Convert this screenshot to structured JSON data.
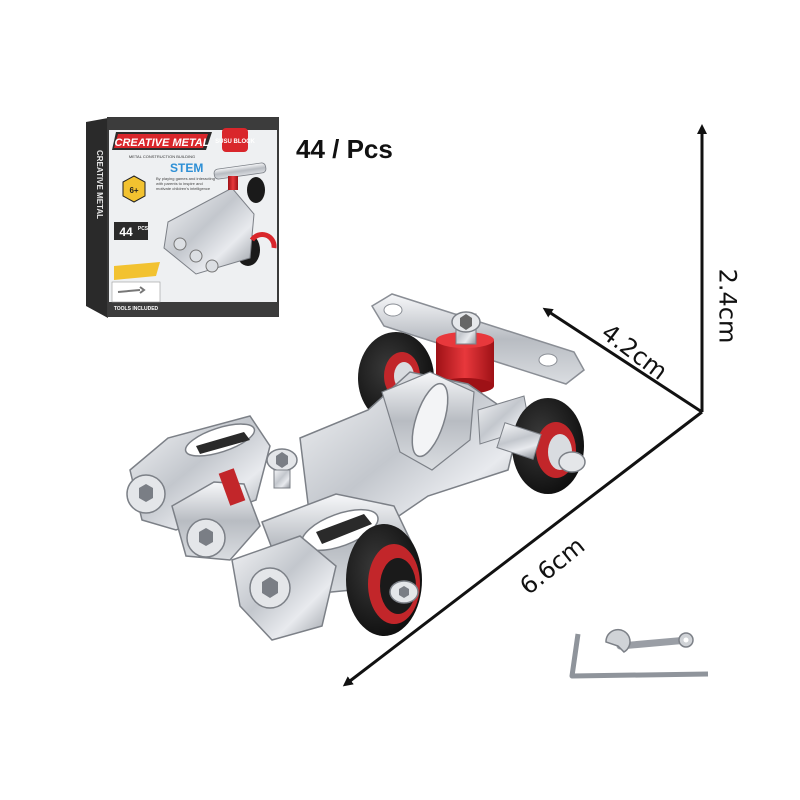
{
  "product": {
    "piece_count_label": "44 / Pcs"
  },
  "dimensions": {
    "height": "2.4cm",
    "depth": "4.2cm",
    "width": "6.6cm"
  },
  "box": {
    "brand_title": "CREATIVE METAL",
    "subtitle": "METAL CONSTRUCTION BUILDING",
    "stem_label": "STEM",
    "stem_text": "By playing games and interacting with parents to inspire and motivate children's intelligence",
    "logo_text": "SUSU BLOCK",
    "age_badge": "6+",
    "pcs_badge": "44",
    "pcs_unit": "PCS",
    "tools_label": "TOOLS INCLUDED",
    "side_text": "CREATIVE METAL"
  },
  "colors": {
    "accent_red": "#d9262b",
    "metal": "#c9ccd1",
    "tire": "#141414"
  }
}
